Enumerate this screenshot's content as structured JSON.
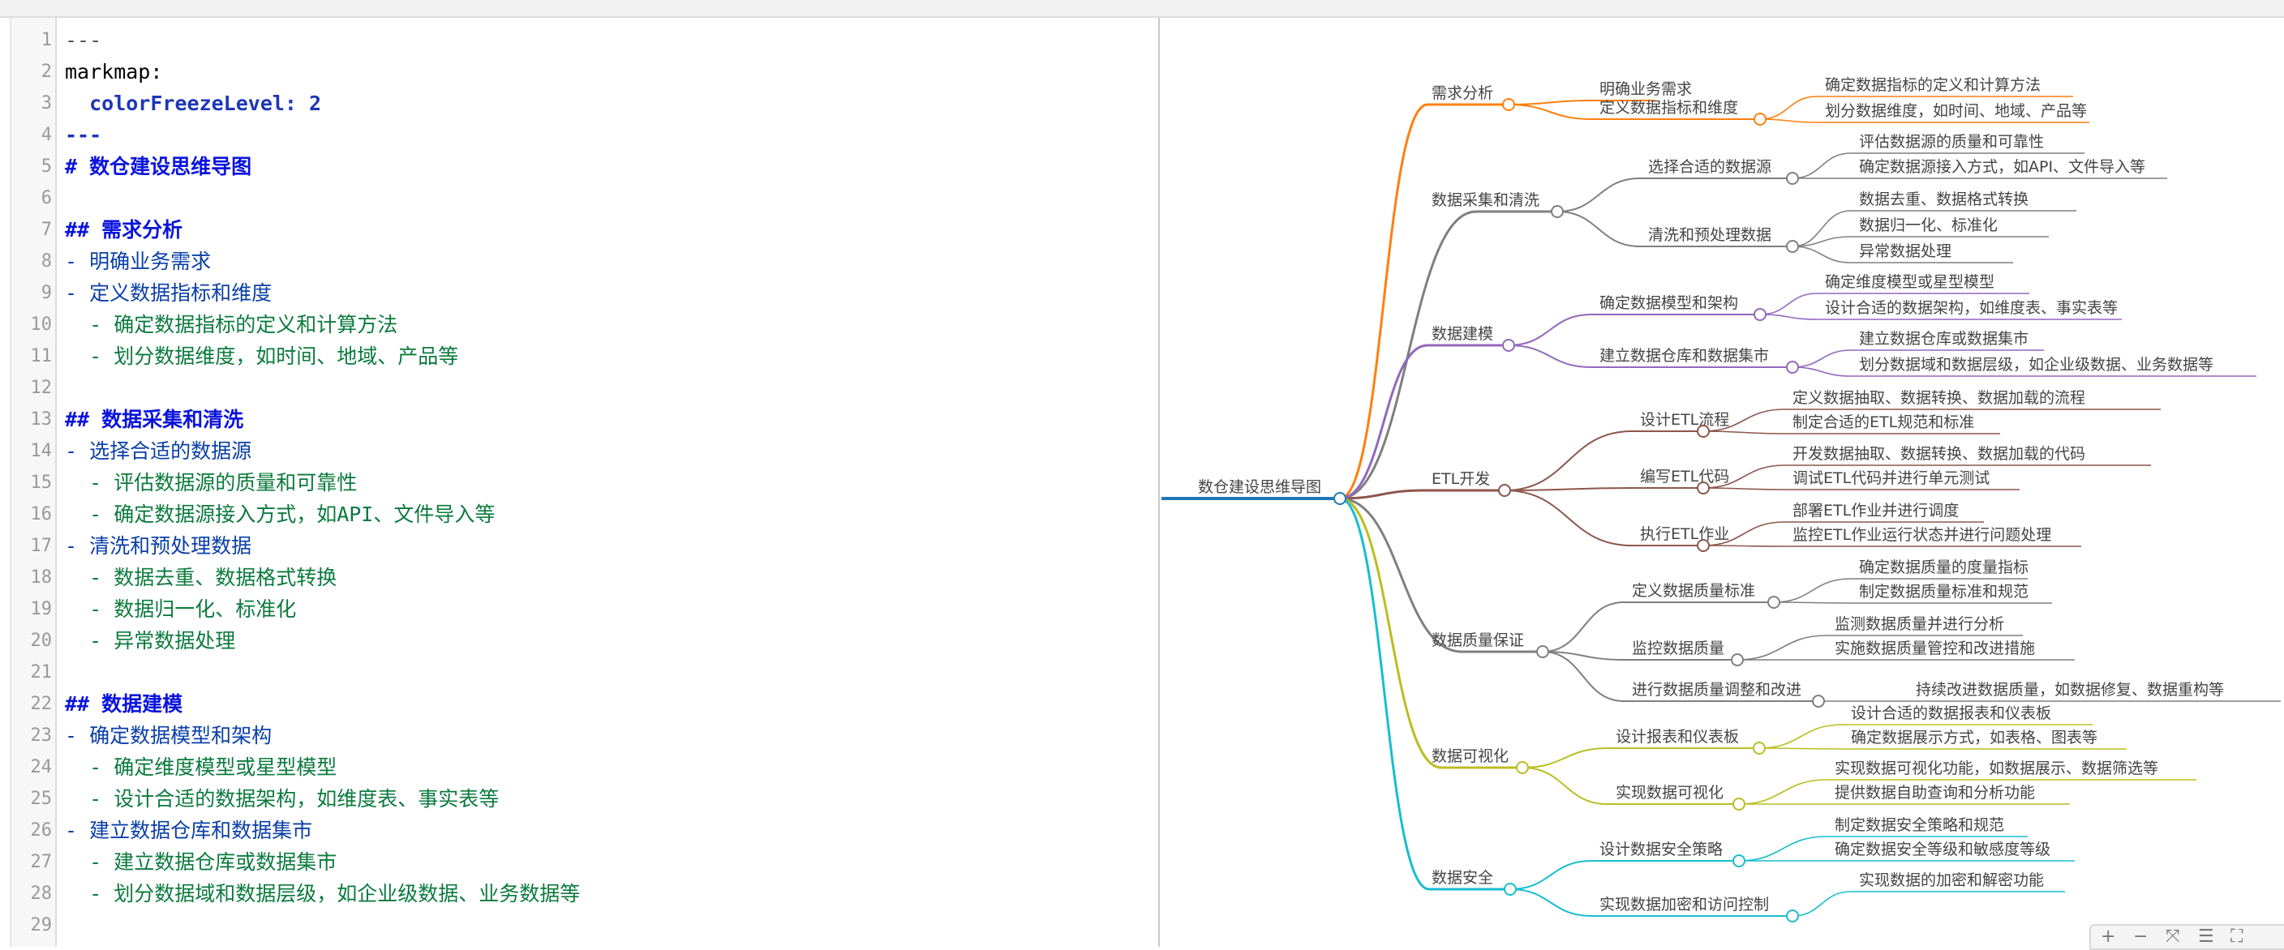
{
  "editor": {
    "lines": [
      {
        "n": "1",
        "text": "---",
        "cls": "c-meta"
      },
      {
        "n": "2",
        "text": "markmap:",
        "cls": "c-key"
      },
      {
        "n": "3",
        "text": "  colorFreezeLevel: 2",
        "cls": "c-kw"
      },
      {
        "n": "4",
        "text": "---",
        "cls": "c-kw"
      },
      {
        "n": "5",
        "text": "# 数仓建设思维导图",
        "cls": "c-h"
      },
      {
        "n": "6",
        "text": "",
        "cls": "c-meta"
      },
      {
        "n": "7",
        "text": "## 需求分析",
        "cls": "c-h"
      },
      {
        "n": "8",
        "text": "- 明确业务需求",
        "cls": "c-l1"
      },
      {
        "n": "9",
        "text": "- 定义数据指标和维度",
        "cls": "c-l1"
      },
      {
        "n": "10",
        "text": "  - 确定数据指标的定义和计算方法",
        "cls": "c-l2"
      },
      {
        "n": "11",
        "text": "  - 划分数据维度，如时间、地域、产品等",
        "cls": "c-l2"
      },
      {
        "n": "12",
        "text": "",
        "cls": "c-meta"
      },
      {
        "n": "13",
        "text": "## 数据采集和清洗",
        "cls": "c-h"
      },
      {
        "n": "14",
        "text": "- 选择合适的数据源",
        "cls": "c-l1"
      },
      {
        "n": "15",
        "text": "  - 评估数据源的质量和可靠性",
        "cls": "c-l2"
      },
      {
        "n": "16",
        "text": "  - 确定数据源接入方式，如API、文件导入等",
        "cls": "c-l2"
      },
      {
        "n": "17",
        "text": "- 清洗和预处理数据",
        "cls": "c-l1"
      },
      {
        "n": "18",
        "text": "  - 数据去重、数据格式转换",
        "cls": "c-l2"
      },
      {
        "n": "19",
        "text": "  - 数据归一化、标准化",
        "cls": "c-l2"
      },
      {
        "n": "20",
        "text": "  - 异常数据处理",
        "cls": "c-l2"
      },
      {
        "n": "21",
        "text": "",
        "cls": "c-meta"
      },
      {
        "n": "22",
        "text": "## 数据建模",
        "cls": "c-h"
      },
      {
        "n": "23",
        "text": "- 确定数据模型和架构",
        "cls": "c-l1"
      },
      {
        "n": "24",
        "text": "  - 确定维度模型或星型模型",
        "cls": "c-l2"
      },
      {
        "n": "25",
        "text": "  - 设计合适的数据架构，如维度表、事实表等",
        "cls": "c-l2"
      },
      {
        "n": "26",
        "text": "- 建立数据仓库和数据集市",
        "cls": "c-l1"
      },
      {
        "n": "27",
        "text": "  - 建立数据仓库或数据集市",
        "cls": "c-l2"
      },
      {
        "n": "28",
        "text": "  - 划分数据域和数据层级，如企业级数据、业务数据等",
        "cls": "c-l2"
      },
      {
        "n": "29",
        "text": "",
        "cls": "c-meta"
      }
    ]
  },
  "mindmap": {
    "root": "数仓建设思维导图",
    "root_color": "#1f77b4",
    "branches": [
      {
        "label": "需求分析",
        "color": "#ff7f0e",
        "children": [
          {
            "label": "明确业务需求",
            "children": []
          },
          {
            "label": "定义数据指标和维度",
            "children": [
              "确定数据指标的定义和计算方法",
              "划分数据维度，如时间、地域、产品等"
            ]
          }
        ]
      },
      {
        "label": "数据采集和清洗",
        "color": "#7f7f7f",
        "children": [
          {
            "label": "选择合适的数据源",
            "children": [
              "评估数据源的质量和可靠性",
              "确定数据源接入方式，如API、文件导入等"
            ]
          },
          {
            "label": "清洗和预处理数据",
            "children": [
              "数据去重、数据格式转换",
              "数据归一化、标准化",
              "异常数据处理"
            ]
          }
        ]
      },
      {
        "label": "数据建模",
        "color": "#9467bd",
        "children": [
          {
            "label": "确定数据模型和架构",
            "children": [
              "确定维度模型或星型模型",
              "设计合适的数据架构，如维度表、事实表等"
            ]
          },
          {
            "label": "建立数据仓库和数据集市",
            "children": [
              "建立数据仓库或数据集市",
              "划分数据域和数据层级，如企业级数据、业务数据等"
            ]
          }
        ]
      },
      {
        "label": "ETL开发",
        "color": "#8c564b",
        "children": [
          {
            "label": "设计ETL流程",
            "children": [
              "定义数据抽取、数据转换、数据加载的流程",
              "制定合适的ETL规范和标准"
            ]
          },
          {
            "label": "编写ETL代码",
            "children": [
              "开发数据抽取、数据转换、数据加载的代码",
              "调试ETL代码并进行单元测试"
            ]
          },
          {
            "label": "执行ETL作业",
            "children": [
              "部署ETL作业并进行调度",
              "监控ETL作业运行状态并进行问题处理"
            ]
          }
        ]
      },
      {
        "label": "数据质量保证",
        "color": "#7f7f7f",
        "children": [
          {
            "label": "定义数据质量标准",
            "children": [
              "确定数据质量的度量指标",
              "制定数据质量标准和规范"
            ]
          },
          {
            "label": "监控数据质量",
            "children": [
              "监测数据质量并进行分析",
              "实施数据质量管控和改进措施"
            ]
          },
          {
            "label": "进行数据质量调整和改进",
            "children": [
              "持续改进数据质量，如数据修复、数据重构等"
            ]
          }
        ]
      },
      {
        "label": "数据可视化",
        "color": "#bcbd22",
        "children": [
          {
            "label": "设计报表和仪表板",
            "children": [
              "设计合适的数据报表和仪表板",
              "确定数据展示方式，如表格、图表等"
            ]
          },
          {
            "label": "实现数据可视化",
            "children": [
              "实现数据可视化功能，如数据展示、数据筛选等",
              "提供数据自助查询和分析功能"
            ]
          }
        ]
      },
      {
        "label": "数据安全",
        "color": "#17becf",
        "children": [
          {
            "label": "设计数据安全策略",
            "children": [
              "制定数据安全策略和规范",
              "确定数据安全等级和敏感度等级"
            ]
          },
          {
            "label": "实现数据加密和访问控制",
            "children": [
              "实现数据的加密和解密功能"
            ]
          }
        ]
      }
    ]
  },
  "toolbar": {
    "zoom_in": "+",
    "zoom_out": "−",
    "fit": "⤧",
    "layout": "☰",
    "expand": "⛶"
  }
}
